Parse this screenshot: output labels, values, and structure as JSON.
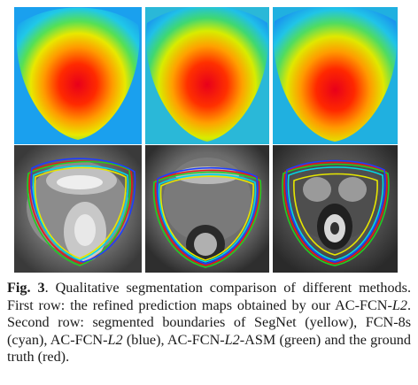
{
  "figure": {
    "label": "Fig. 3",
    "caption_parts": [
      {
        "text": ". Qualitative segmentation comparison of different methods. First row: the refined prediction maps obtained by our AC-FCN-",
        "italic": false
      },
      {
        "text": "L2",
        "italic": true
      },
      {
        "text": ". Second row: segmented boundaries of SegNet (yellow), FCN-8s (cyan), AC-FCN-",
        "italic": false
      },
      {
        "text": "L2",
        "italic": true
      },
      {
        "text": " (blue), AC-FCN-",
        "italic": false
      },
      {
        "text": "L2",
        "italic": true
      },
      {
        "text": "-ASM (green) and the ground truth (red).",
        "italic": false
      }
    ],
    "row1": {
      "panels": [
        "heatmap-1",
        "heatmap-2",
        "heatmap-3"
      ]
    },
    "row2": {
      "panels": [
        "mri-1",
        "mri-2",
        "mri-3"
      ]
    },
    "boundary_colors": {
      "segnet": "#e6e600",
      "fcn8s": "#00d8e6",
      "ac_fcn_l2": "#1f3cff",
      "ac_fcn_l2_asm": "#22cc22",
      "ground_truth": "#e61a1a"
    }
  }
}
